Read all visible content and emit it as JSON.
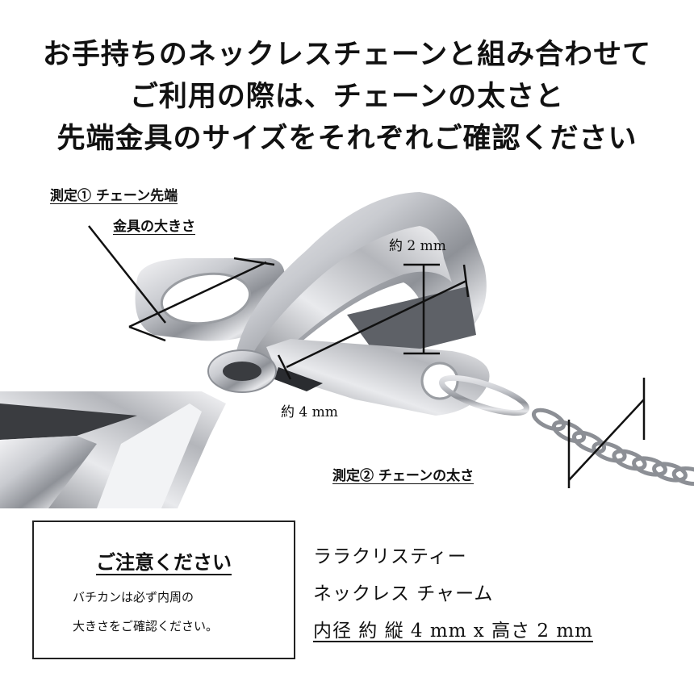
{
  "headline": {
    "line1": "お手持ちのネックレスチェーンと組み合わせて",
    "line2": "ご利用の際は、チェーンの太さと",
    "line3": "先端金具のサイズをそれぞれご確認ください"
  },
  "labels": {
    "measure1_line1": "測定① チェーン先端",
    "measure1_line2": "金具の大きさ",
    "measure2": "測定② チェーンの太さ",
    "dim_2mm": "約 2 mm",
    "dim_4mm": "約 4 mm"
  },
  "notice": {
    "title": "ご注意ください",
    "line1": "バチカンは必ず内周の",
    "line2": "大きさをご確認ください。"
  },
  "product": {
    "name": "ララクリスティー",
    "type": "ネックレス チャーム",
    "size": "内径 約 縦 4 mm x 高さ 2 mm"
  }
}
